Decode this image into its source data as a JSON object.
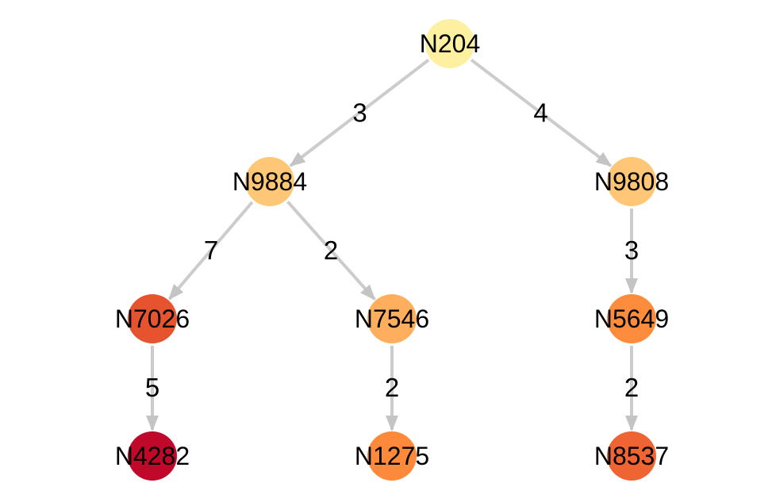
{
  "diagram": {
    "type": "tree",
    "edge_color": "#cccccc",
    "nodes": [
      {
        "id": "N204",
        "label": "N204",
        "color": "#fdf0a0"
      },
      {
        "id": "N9884",
        "label": "N9884",
        "color": "#fec776"
      },
      {
        "id": "N9808",
        "label": "N9808",
        "color": "#fec675"
      },
      {
        "id": "N7026",
        "label": "N7026",
        "color": "#e5542f"
      },
      {
        "id": "N7546",
        "label": "N7546",
        "color": "#feae5d"
      },
      {
        "id": "N5649",
        "label": "N5649",
        "color": "#fd8c3c"
      },
      {
        "id": "N4282",
        "label": "N4282",
        "color": "#c0092a"
      },
      {
        "id": "N1275",
        "label": "N1275",
        "color": "#fd8a3a"
      },
      {
        "id": "N8537",
        "label": "N8537",
        "color": "#ee6432"
      }
    ],
    "edges": [
      {
        "source": "N204",
        "target": "N9884",
        "label": "3"
      },
      {
        "source": "N204",
        "target": "N9808",
        "label": "4"
      },
      {
        "source": "N9884",
        "target": "N7026",
        "label": "7"
      },
      {
        "source": "N9884",
        "target": "N7546",
        "label": "2"
      },
      {
        "source": "N9808",
        "target": "N5649",
        "label": "3"
      },
      {
        "source": "N7026",
        "target": "N4282",
        "label": "5"
      },
      {
        "source": "N7546",
        "target": "N1275",
        "label": "2"
      },
      {
        "source": "N5649",
        "target": "N8537",
        "label": "2"
      }
    ]
  }
}
